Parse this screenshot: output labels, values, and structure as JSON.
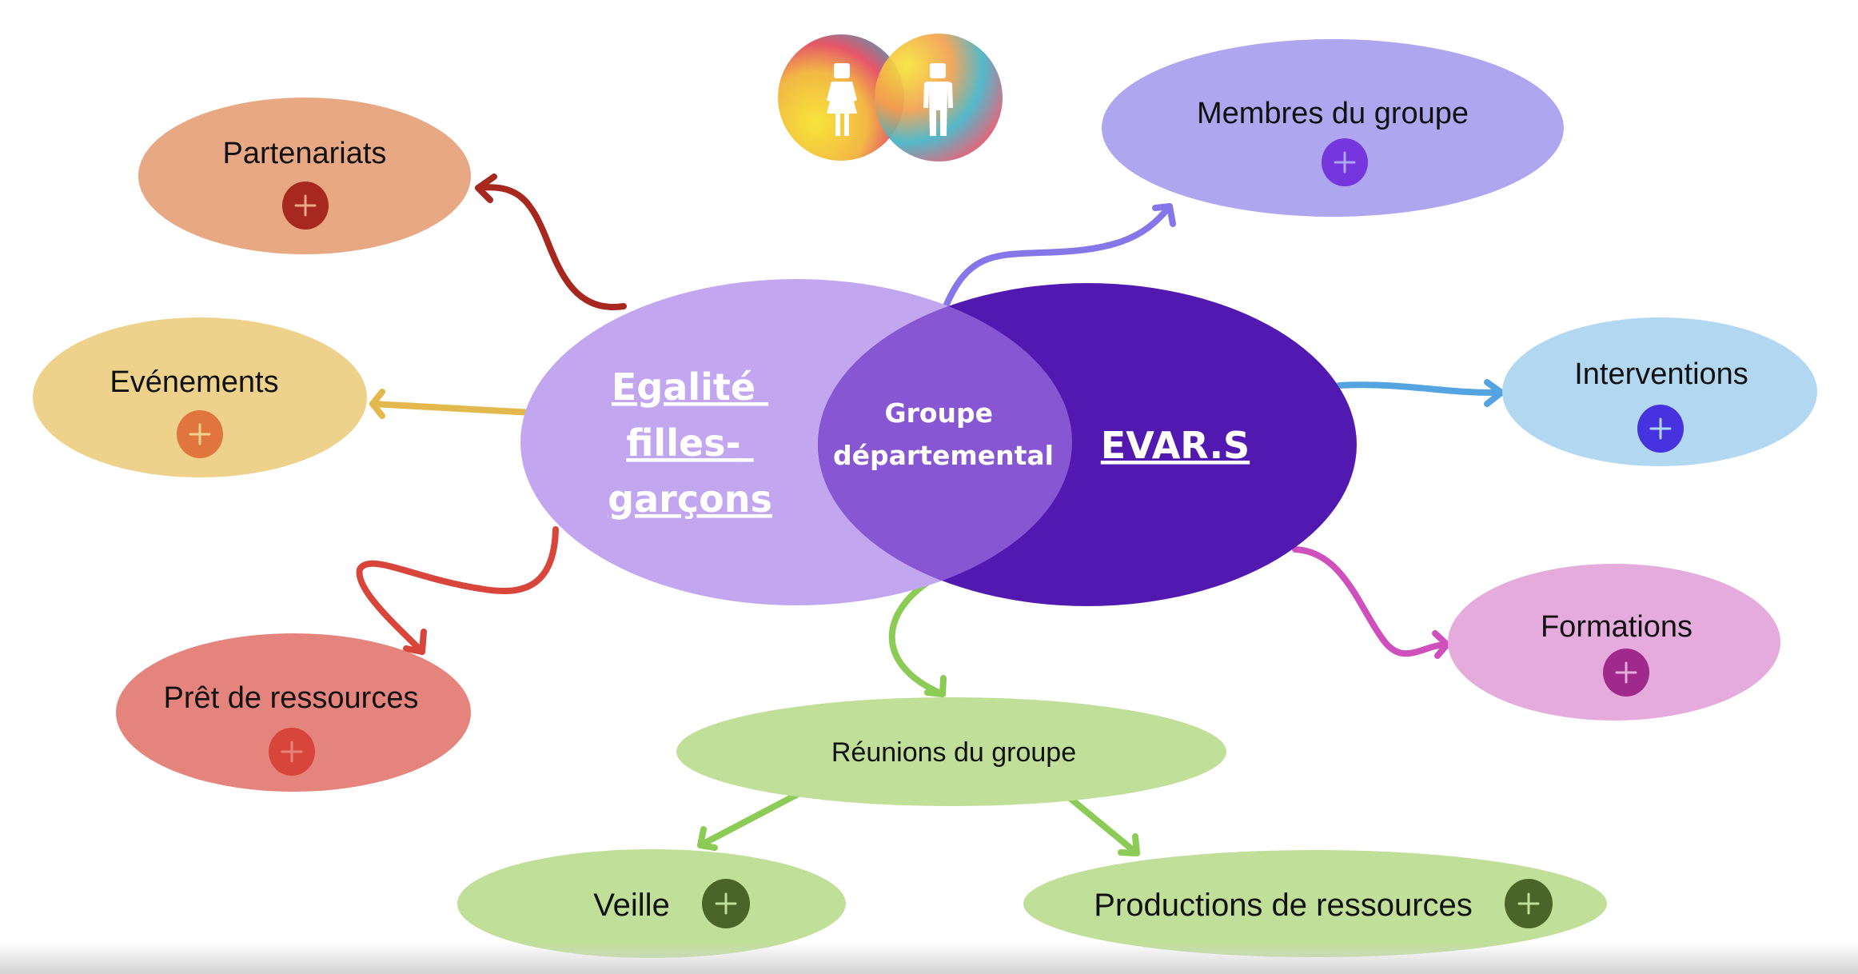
{
  "hubs": {
    "left": {
      "lines": [
        "Egalité ",
        "filles-",
        "garçons"
      ],
      "color": "#c2a6ef"
    },
    "overlap": {
      "lines": [
        "Groupe",
        "départemental"
      ],
      "color": "#8656d3"
    },
    "right": {
      "label": "EVAR.S",
      "color": "#5219b0"
    }
  },
  "logo": {
    "icon_left": "female-figure-icon",
    "icon_right": "male-figure-icon"
  },
  "nodes": [
    {
      "id": "partenariats",
      "label": "Partenariats",
      "fill": "#e9a884",
      "button": "#a6281f",
      "plus_color": "#e9a884",
      "arrow": "#a6281f"
    },
    {
      "id": "evenements",
      "label": "Evénements",
      "fill": "#eed28c",
      "button": "#e0763e",
      "plus_color": "#eed28c",
      "arrow": "#e3b84c"
    },
    {
      "id": "pret-de-ressources",
      "label": "Prêt de ressources",
      "fill": "#e4847d",
      "button": "#d8453a",
      "plus_color": "#e4847d",
      "arrow": "#d8453a"
    },
    {
      "id": "membres-du-groupe",
      "label": "Membres du groupe",
      "fill": "#aea6ef",
      "button": "#7636dd",
      "plus_color": "#aea6ef",
      "arrow": "#8577e8"
    },
    {
      "id": "interventions",
      "label": "Interventions",
      "fill": "#b2d7f1",
      "button": "#4632de",
      "plus_color": "#b2d7f1",
      "arrow": "#54a4e2"
    },
    {
      "id": "formations",
      "label": "Formations",
      "fill": "#e6abdd",
      "button": "#a02a8b",
      "plus_color": "#e6abdd",
      "arrow": "#cf4fbc"
    },
    {
      "id": "reunions-du-groupe",
      "label": "Réunions du groupe",
      "fill": "#c0df98",
      "arrow": "#8ccb55"
    },
    {
      "id": "veille",
      "label": "Veille",
      "fill": "#c0df98",
      "button": "#4a6527",
      "plus_color": "#c0df98",
      "arrow": "#8ccb55"
    },
    {
      "id": "productions-de-ressources",
      "label": "Productions de ressources",
      "fill": "#c0df98",
      "button": "#4a6527",
      "plus_color": "#c0df98",
      "arrow": "#8ccb55"
    }
  ],
  "plus_glyph": "+"
}
